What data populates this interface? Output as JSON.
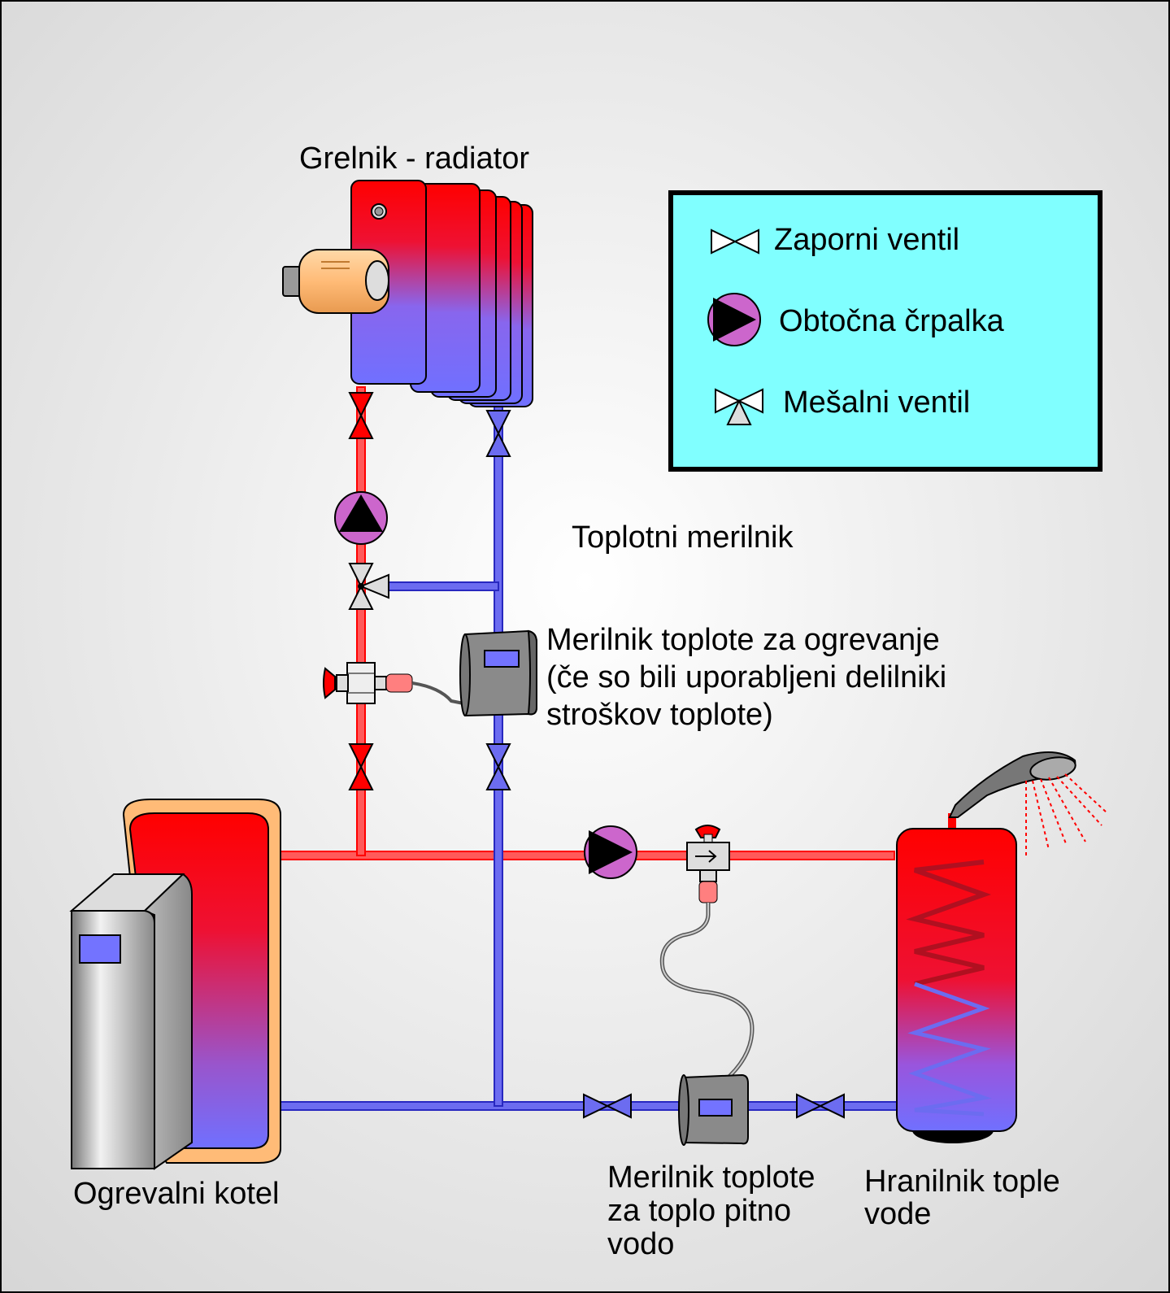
{
  "labels": {
    "radiator": "Grelnik - radiator",
    "heat_meter_top": "Toplotni merilnik",
    "heating_meter": [
      "Merilnik toplote za ogrevanje",
      "(če so bili uporabljeni delilniki",
      "stroškov toplote)"
    ],
    "boiler": "Ogrevalni kotel",
    "water_meter": [
      "Merilnik toplote",
      "za toplo pitno",
      "vodo"
    ],
    "storage": [
      "Hranilnik tople",
      "vode"
    ]
  },
  "legend": {
    "shutoff_valve": "Zaporni ventil",
    "circulation_pump": "Obtočna črpalka",
    "mixing_valve": "Mešalni ventil"
  },
  "colors": {
    "hot": "#ff0000",
    "hot_light": "#ff5a5a",
    "cold": "#3030cc",
    "cold_light": "#7070ff",
    "pump": "#cc66cc",
    "legend_bg": "#80ffff",
    "meter_body": "#8a8a8a",
    "display": "#7373ff",
    "insulation": "#ffbb77"
  }
}
